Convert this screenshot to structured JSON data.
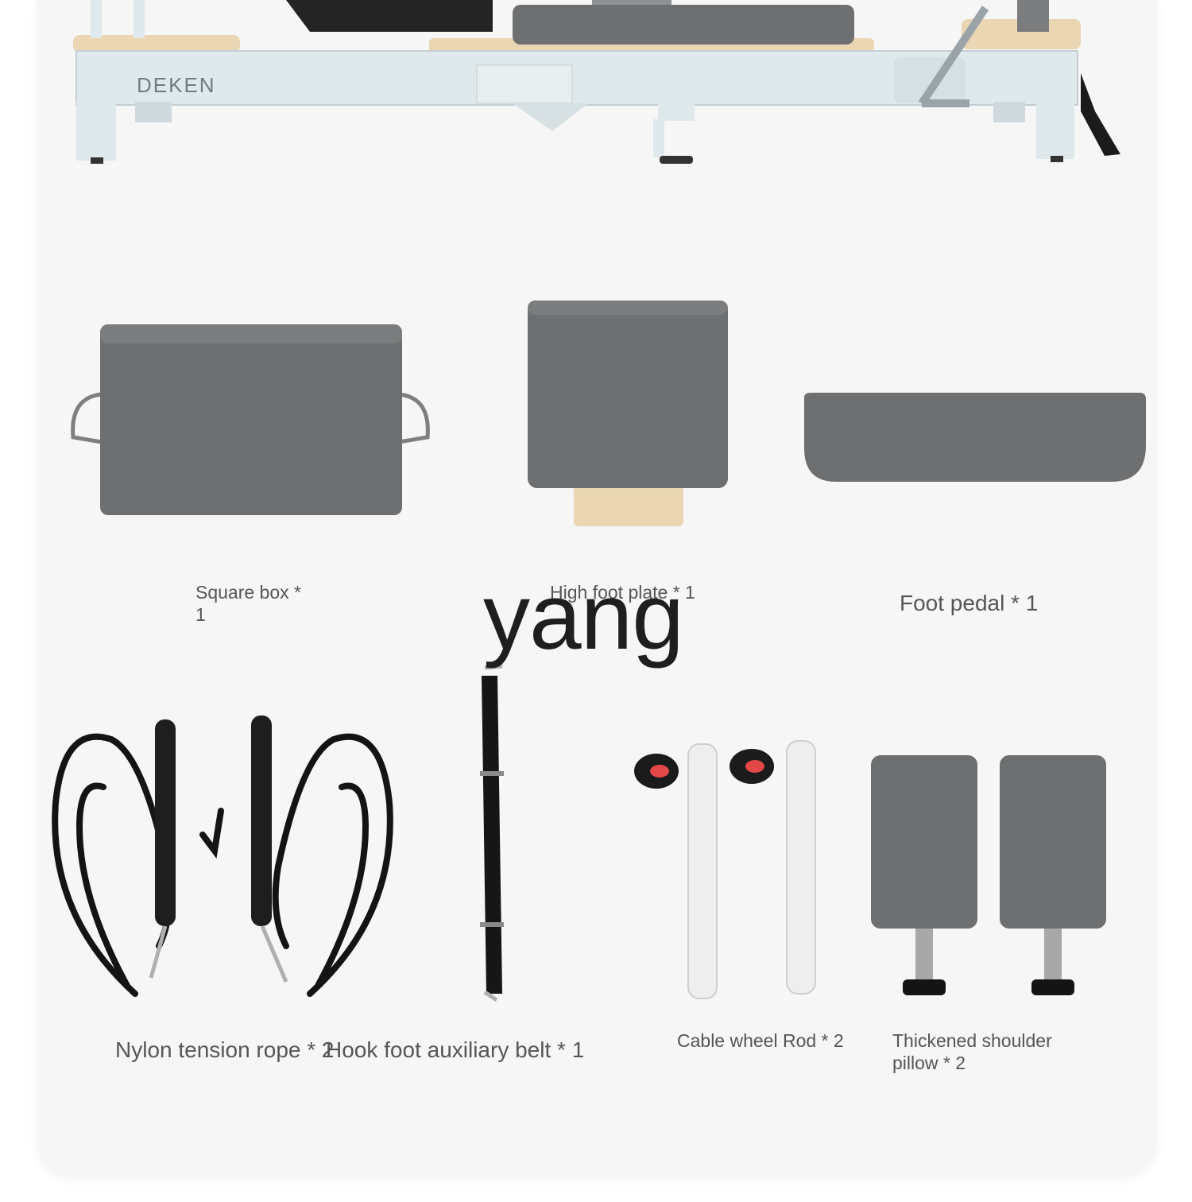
{
  "machine": {
    "brand": "DEKEN"
  },
  "items": [
    {
      "label": "Square box * 1"
    },
    {
      "label": "High foot plate * 1"
    },
    {
      "label": "Foot pedal * 1"
    },
    {
      "label": "Nylon tension rope * 2"
    },
    {
      "label": "Hook foot auxiliary belt * 1"
    },
    {
      "label": "Cable wheel Rod * 2"
    },
    {
      "label": "Thickened shoulder pillow * 2"
    }
  ],
  "watermark": "yang",
  "colors": {
    "cushion": "#6d6f70",
    "frame": "#dfe8ea",
    "wood": "#ead6b2",
    "rope": "#141414"
  }
}
